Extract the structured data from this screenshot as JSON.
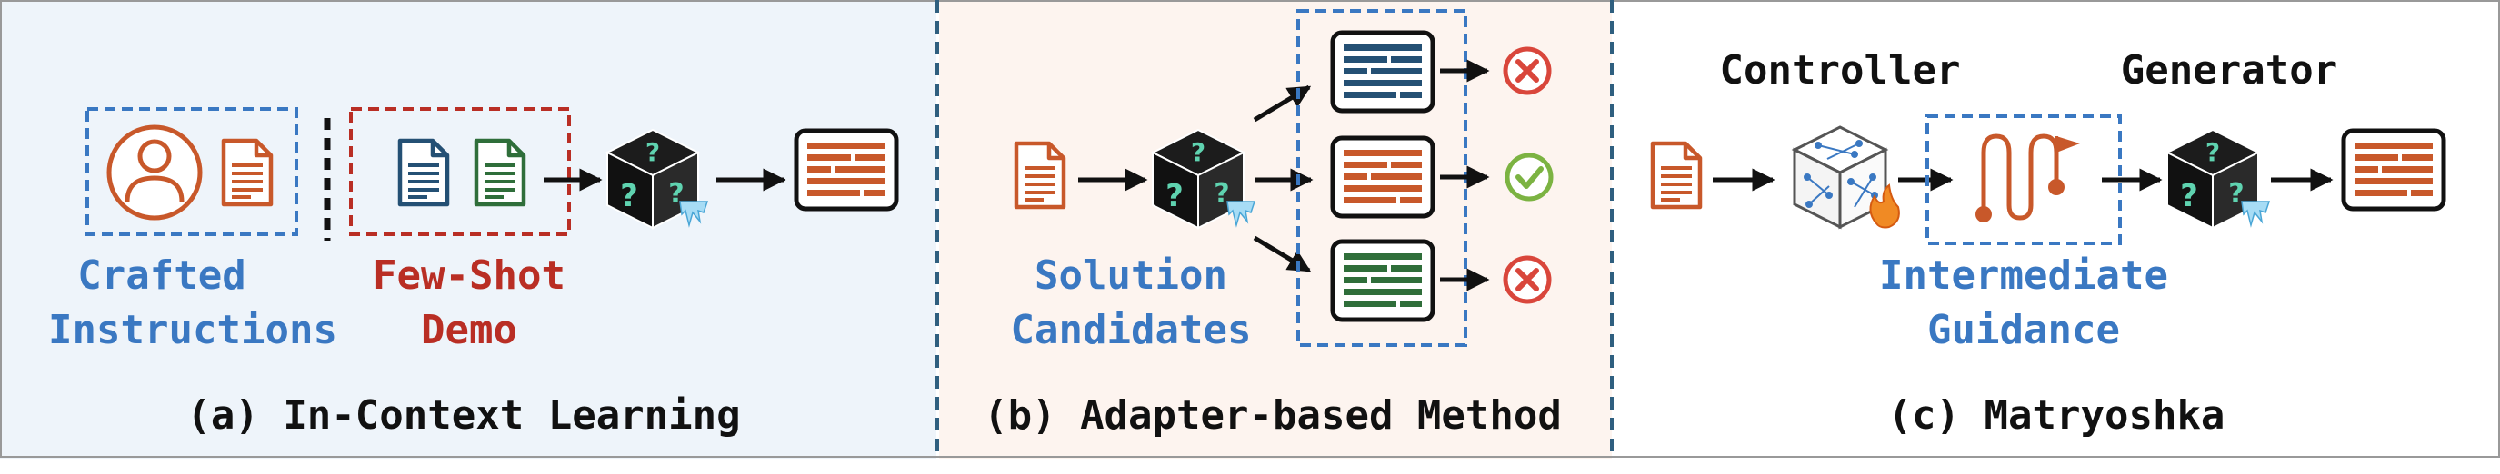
{
  "panel_a": {
    "label_blue_1": "Crafted",
    "label_blue_2": "Instructions",
    "label_red_1": "Few-Shot",
    "label_red_2": "Demo",
    "caption": "(a) In-Context Learning"
  },
  "panel_b": {
    "label_blue_1": "Solution",
    "label_blue_2": "Candidates",
    "caption": "(b) Adapter-based Method"
  },
  "panel_c": {
    "controller": "Controller",
    "generator": "Generator",
    "label_blue_1": "Intermediate",
    "label_blue_2": "Guidance",
    "caption": "(c) Matryoshka"
  },
  "colors": {
    "blue": "#3a78c2",
    "red": "#b92e24",
    "orange": "#c8582a",
    "green": "#2f6e3a",
    "navy": "#245074",
    "check": "#7cb342",
    "cross": "#d9463b",
    "panel_a_bg": "#eef4fa",
    "panel_b_bg": "#fdf4ef"
  },
  "icons": [
    "user-icon",
    "document-icon",
    "black-box-model-icon",
    "snowflake-icon",
    "text-output-icon",
    "check-icon",
    "cross-icon",
    "neural-network-cube-icon",
    "fire-icon",
    "path-flag-icon"
  ]
}
